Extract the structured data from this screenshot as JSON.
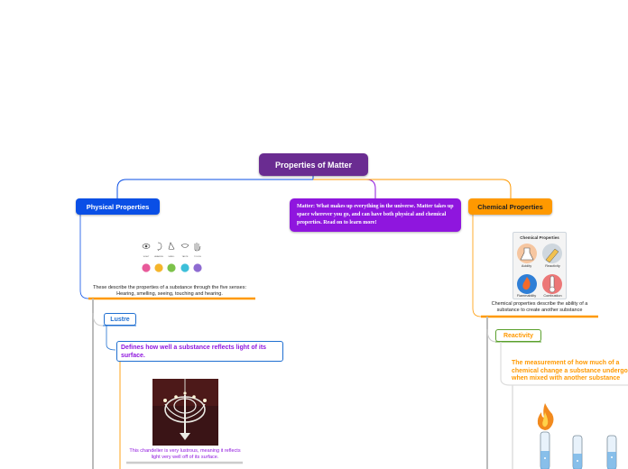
{
  "root": {
    "label": "Properties of Matter"
  },
  "branches": {
    "physical": {
      "label": "Physical Properties",
      "image_caption": "These describe the properties of a substance through the five senses: Hearing, smelling, seeing, touching and hearing.",
      "senses": [
        "SIGHT",
        "HEARING",
        "SMELL",
        "TASTE",
        "TOUCH"
      ],
      "children": {
        "lustre": {
          "label": "Lustre",
          "definition": "Defines how well a substance reflects light of its surface.",
          "image_caption": "This chandelier is very lustrous, meaning it reflects light very well off of its surface."
        }
      }
    },
    "matter": {
      "label": "Matter: What makes up everything in the universe. Matter takes up space wherever you go, and can have both physical and chemical properties.  Read on to learn more!"
    },
    "chemical": {
      "label": "Chemical Properties",
      "card_title": "Chemical Properties",
      "card_items": [
        "Acidity",
        "Reactivity",
        "Flammability",
        "Combustion"
      ],
      "image_caption": "Chemical properties describe the ability of a substance to create another substance",
      "children": {
        "reactivity": {
          "label": "Reactivity",
          "definition": "The measurement of how much of a chemical change a substance undergoes when mixed with another substance"
        }
      }
    }
  },
  "colors": {
    "root": "#6a2c91",
    "physical": "#0a4fe6",
    "matter": "#8f16de",
    "chemical": "#ff9900",
    "lustre_border": "#1f6fd1",
    "reactivity_border": "#5aa02c"
  }
}
